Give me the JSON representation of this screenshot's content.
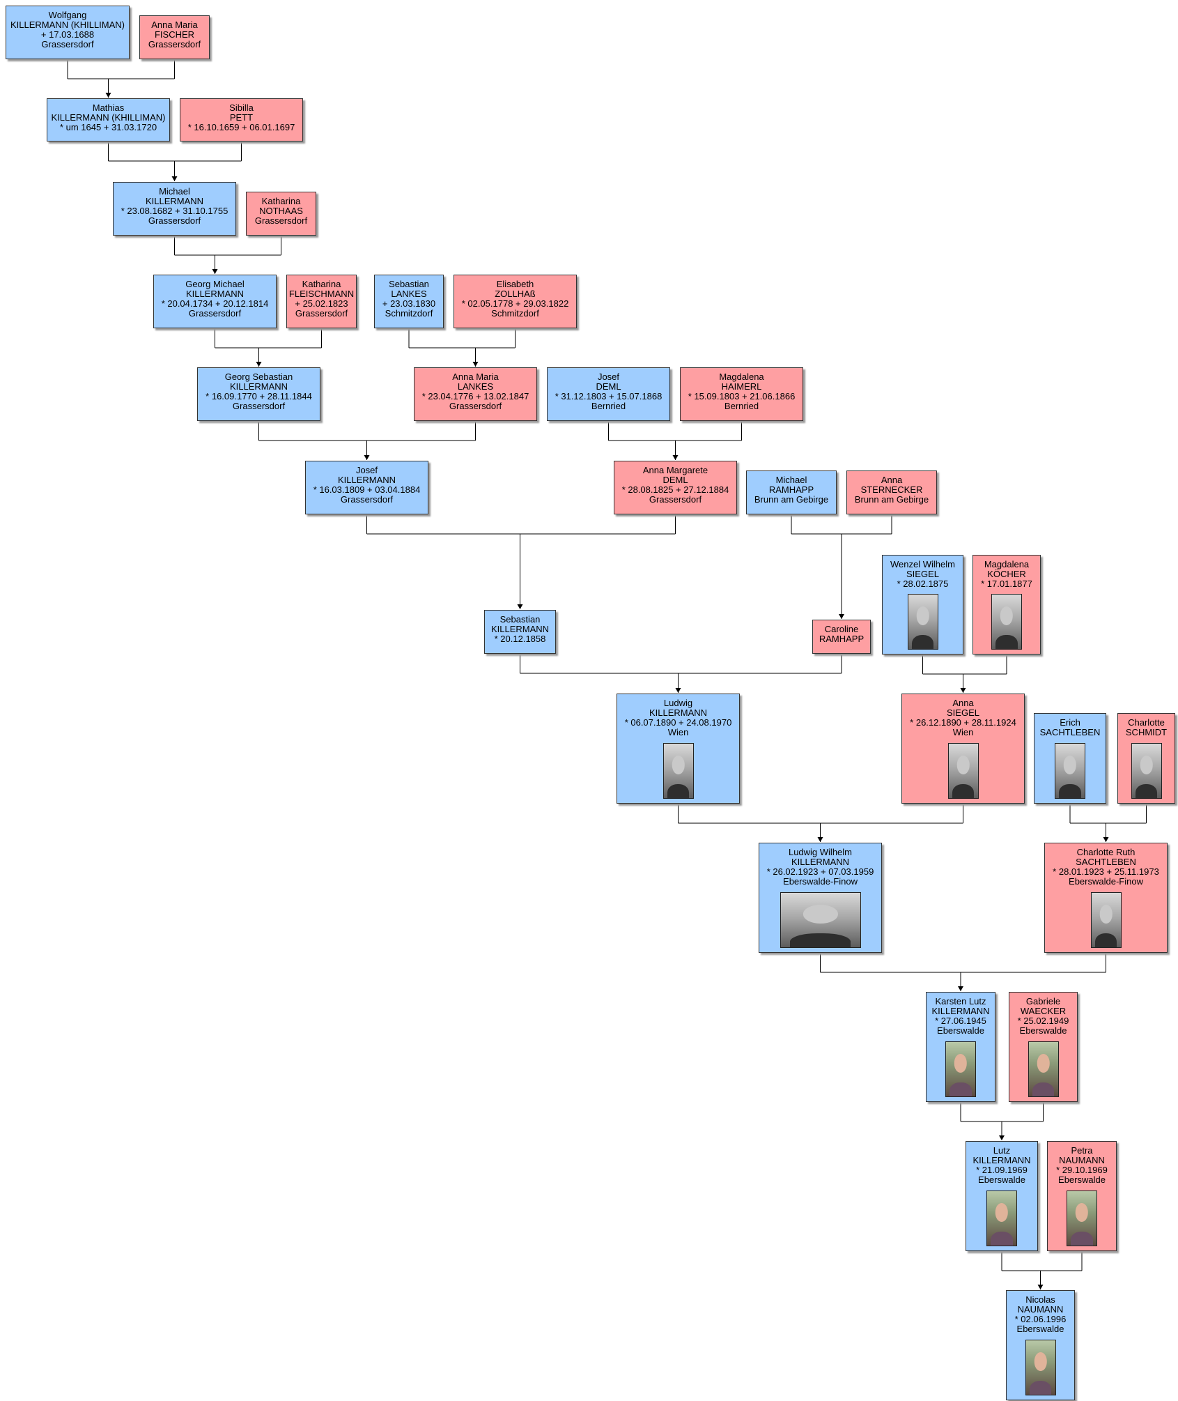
{
  "people": [
    {
      "id": "p1",
      "gender": "male",
      "lines": [
        "Wolfgang",
        "KILLERMANN (KHILLIMAN)",
        "+ 17.03.1688",
        "Grassersdorf"
      ]
    },
    {
      "id": "p2",
      "gender": "female",
      "lines": [
        "Anna Maria",
        "FISCHER",
        "Grassersdorf"
      ]
    },
    {
      "id": "p3",
      "gender": "male",
      "lines": [
        "Mathias",
        "KILLERMANN (KHILLIMAN)",
        "* um 1645  + 31.03.1720"
      ]
    },
    {
      "id": "p4",
      "gender": "female",
      "lines": [
        "Sibilla",
        "PETT",
        "* 16.10.1659  + 06.01.1697"
      ]
    },
    {
      "id": "p5",
      "gender": "male",
      "lines": [
        "Michael",
        "KILLERMANN",
        "* 23.08.1682  + 31.10.1755",
        "Grassersdorf"
      ]
    },
    {
      "id": "p6",
      "gender": "female",
      "lines": [
        "Katharina",
        "NOTHAAS",
        "Grassersdorf"
      ]
    },
    {
      "id": "p7",
      "gender": "male",
      "lines": [
        "Georg Michael",
        "KILLERMANN",
        "* 20.04.1734  + 20.12.1814",
        "Grassersdorf"
      ]
    },
    {
      "id": "p8",
      "gender": "female",
      "lines": [
        "Katharina",
        "FLEISCHMANN",
        "+ 25.02.1823",
        "Grassersdorf"
      ]
    },
    {
      "id": "p9",
      "gender": "male",
      "lines": [
        "Sebastian",
        "LANKES",
        "+ 23.03.1830",
        "Schmitzdorf"
      ]
    },
    {
      "id": "p10",
      "gender": "female",
      "lines": [
        "Elisabeth",
        "ZOLLHAß",
        "* 02.05.1778  + 29.03.1822",
        "Schmitzdorf"
      ]
    },
    {
      "id": "p11",
      "gender": "male",
      "lines": [
        "Georg Sebastian",
        "KILLERMANN",
        "* 16.09.1770  + 28.11.1844",
        "Grassersdorf"
      ]
    },
    {
      "id": "p12",
      "gender": "female",
      "lines": [
        "Anna Maria",
        "LANKES",
        "* 23.04.1776  + 13.02.1847",
        "Grassersdorf"
      ]
    },
    {
      "id": "p13",
      "gender": "male",
      "lines": [
        "Josef",
        "DEML",
        "* 31.12.1803  + 15.07.1868",
        "Bernried"
      ]
    },
    {
      "id": "p14",
      "gender": "female",
      "lines": [
        "Magdalena",
        "HAIMERL",
        "* 15.09.1803  + 21.06.1866",
        "Bernried"
      ]
    },
    {
      "id": "p15",
      "gender": "male",
      "lines": [
        "Josef",
        "KILLERMANN",
        "* 16.03.1809  + 03.04.1884",
        "Grassersdorf"
      ]
    },
    {
      "id": "p16",
      "gender": "female",
      "lines": [
        "Anna Margarete",
        "DEML",
        "* 28.08.1825  + 27.12.1884",
        "Grassersdorf"
      ]
    },
    {
      "id": "p17",
      "gender": "male",
      "lines": [
        "Michael",
        "RAMHAPP",
        "Brunn am Gebirge"
      ]
    },
    {
      "id": "p18",
      "gender": "female",
      "lines": [
        "Anna",
        "STERNECKER",
        "Brunn am Gebirge"
      ]
    },
    {
      "id": "p19",
      "gender": "male",
      "lines": [
        "Wenzel Wilhelm",
        "SIEGEL",
        "* 28.02.1875"
      ],
      "photo": "portrait-photo"
    },
    {
      "id": "p20",
      "gender": "female",
      "lines": [
        "Magdalena",
        "KÖCHER",
        "* 17.01.1877"
      ],
      "photo": "portrait-photo"
    },
    {
      "id": "p21",
      "gender": "male",
      "lines": [
        "Sebastian",
        "KILLERMANN",
        "* 20.12.1858"
      ]
    },
    {
      "id": "p22",
      "gender": "female",
      "lines": [
        "Caroline",
        "RAMHAPP"
      ]
    },
    {
      "id": "p23",
      "gender": "male",
      "lines": [
        "Ludwig",
        "KILLERMANN",
        "* 06.07.1890  + 24.08.1970",
        "Wien"
      ],
      "photo": "portrait-photo"
    },
    {
      "id": "p24",
      "gender": "female",
      "lines": [
        "Anna",
        "SIEGEL",
        "* 26.12.1890  + 28.11.1924",
        "Wien"
      ],
      "photo": "portrait-photo"
    },
    {
      "id": "p25",
      "gender": "male",
      "lines": [
        "Erich",
        "SACHTLEBEN"
      ],
      "photo": "portrait-photo"
    },
    {
      "id": "p26",
      "gender": "female",
      "lines": [
        "Charlotte",
        "SCHMIDT"
      ],
      "photo": "portrait-photo"
    },
    {
      "id": "p27",
      "gender": "male",
      "lines": [
        "Ludwig Wilhelm",
        "KILLERMANN",
        "* 26.02.1923  + 07.03.1959",
        "Eberswalde-Finow"
      ],
      "photo": "portrait-photo"
    },
    {
      "id": "p28",
      "gender": "female",
      "lines": [
        "Charlotte Ruth",
        "SACHTLEBEN",
        "* 28.01.1923  + 25.11.1973",
        "Eberswalde-Finow"
      ],
      "photo": "portrait-photo"
    },
    {
      "id": "p29",
      "gender": "male",
      "lines": [
        "Karsten Lutz",
        "KILLERMANN",
        "* 27.06.1945",
        "Eberswalde"
      ],
      "photo": "portrait-photo"
    },
    {
      "id": "p30",
      "gender": "female",
      "lines": [
        "Gabriele",
        "WAECKER",
        "* 25.02.1949",
        "Eberswalde"
      ],
      "photo": "portrait-photo"
    },
    {
      "id": "p31",
      "gender": "male",
      "lines": [
        "Lutz",
        "KILLERMANN",
        "* 21.09.1969",
        "Eberswalde"
      ],
      "photo": "portrait-photo"
    },
    {
      "id": "p32",
      "gender": "female",
      "lines": [
        "Petra",
        "NAUMANN",
        "* 29.10.1969",
        "Eberswalde"
      ],
      "photo": "portrait-photo"
    },
    {
      "id": "p33",
      "gender": "male",
      "lines": [
        "Nicolas",
        "NAUMANN",
        "* 02.06.1996",
        "Eberswalde"
      ],
      "photo": "portrait-photo"
    }
  ],
  "families": [
    {
      "parents": [
        "p1",
        "p2"
      ],
      "child": "p3"
    },
    {
      "parents": [
        "p3",
        "p4"
      ],
      "child": "p5"
    },
    {
      "parents": [
        "p5",
        "p6"
      ],
      "child": "p7"
    },
    {
      "parents": [
        "p7",
        "p8"
      ],
      "child": "p11"
    },
    {
      "parents": [
        "p9",
        "p10"
      ],
      "child": "p12"
    },
    {
      "parents": [
        "p11",
        "p12"
      ],
      "child": "p15"
    },
    {
      "parents": [
        "p13",
        "p14"
      ],
      "child": "p16"
    },
    {
      "parents": [
        "p15",
        "p16"
      ],
      "child": "p21"
    },
    {
      "parents": [
        "p17",
        "p18"
      ],
      "child": "p22"
    },
    {
      "parents": [
        "p21",
        "p22"
      ],
      "child": "p23"
    },
    {
      "parents": [
        "p19",
        "p20"
      ],
      "child": "p24"
    },
    {
      "parents": [
        "p23",
        "p24"
      ],
      "child": "p27"
    },
    {
      "parents": [
        "p25",
        "p26"
      ],
      "child": "p28"
    },
    {
      "parents": [
        "p27",
        "p28"
      ],
      "child": "p29"
    },
    {
      "parents": [
        "p29",
        "p30"
      ],
      "child": "p31"
    },
    {
      "parents": [
        "p31",
        "p32"
      ],
      "child": "p33"
    }
  ],
  "colors": {
    "male": "#9fcdfe",
    "female": "#fe9fa2",
    "border": "#333333",
    "connector": "#000000"
  }
}
